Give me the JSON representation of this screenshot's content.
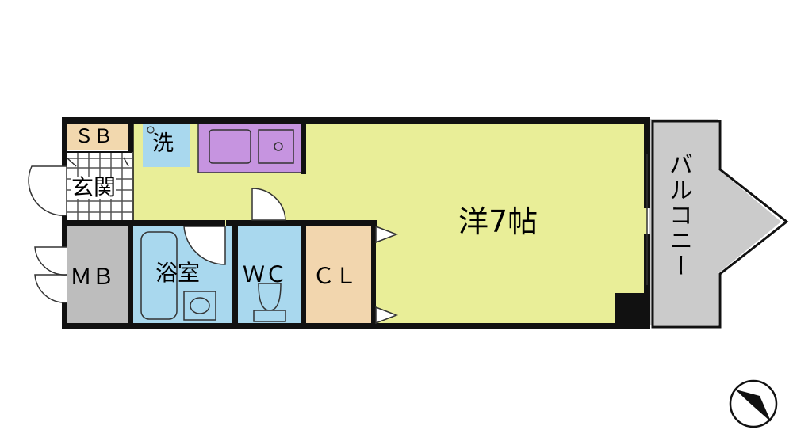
{
  "rooms": {
    "sb": "ＳＢ",
    "washer": "洗",
    "entrance": "玄関",
    "mb": "ＭＢ",
    "bath": "浴室",
    "wc": "ＷＣ",
    "closet": "ＣＬ",
    "living": "洋7帖",
    "balcony": "バルコニー"
  },
  "compass": {
    "icon": "compass-north-arrow-icon"
  },
  "colors": {
    "living": "#e9ee98",
    "bath": "#a9d8ee",
    "kitchen": "#c694e0",
    "storage": "#f2d8ae",
    "closet": "#f2d6ae",
    "mb": "#bdbdbd",
    "balcony": "#cbcbcb",
    "wall": "#111111"
  }
}
